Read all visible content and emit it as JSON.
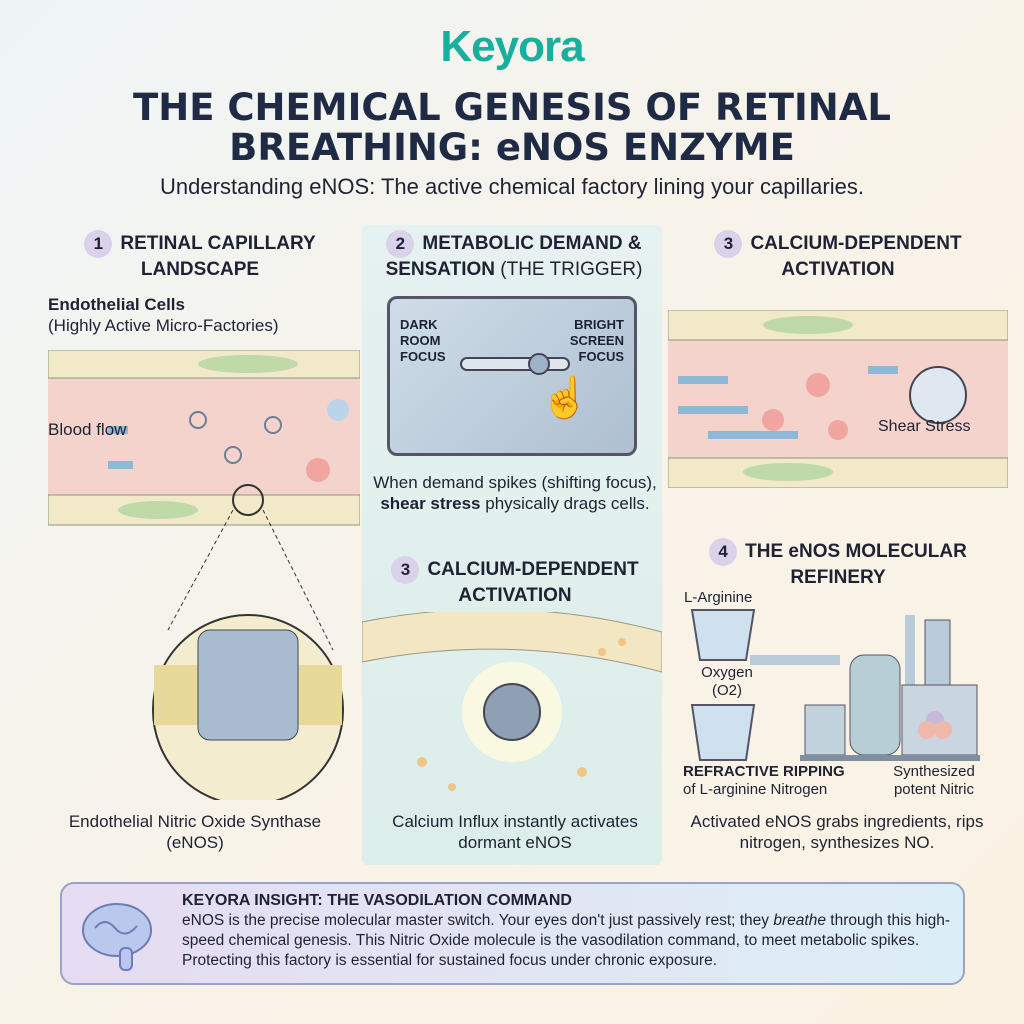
{
  "logo": "Keyora",
  "title_line1": "THE CHEMICAL GENESIS OF RETINAL",
  "title_line2": "BREATHING: eNOS ENZYME",
  "subtitle": "Understanding eNOS: The active chemical factory lining your capillaries.",
  "panel1": {
    "num": "1",
    "heading": "RETINAL CAPILLARY LANDSCAPE",
    "label_title": "Endothelial Cells",
    "label_sub": "(Highly Active Micro-Factories)",
    "blood_flow": "Blood flow",
    "caption": "Endothelial Nitric Oxide Synthase (eNOS)"
  },
  "panel2": {
    "num": "2",
    "heading": "METABOLIC DEMAND &",
    "heading2": "SENSATION",
    "heading_paren": "(THE TRIGGER)",
    "screen_left": "DARK ROOM FOCUS",
    "screen_right": "BRIGHT SCREEN FOCUS",
    "text_a": "When demand spikes (shifting focus),",
    "text_bold": "shear stress",
    "text_b": "physically drags cells."
  },
  "panel3": {
    "num": "3",
    "heading": "CALCIUM-DEPENDENT ACTIVATION",
    "shear_label": "Shear Stress"
  },
  "panel3b": {
    "num": "3",
    "heading": "CALCIUM-DEPENDENT ACTIVATION",
    "caption": "Calcium Influx instantly activates dormant eNOS"
  },
  "panel4": {
    "num": "4",
    "heading": "THE eNOS MOLECULAR REFINERY",
    "input1": "L-Arginine",
    "input2": "Oxygen (O2)",
    "label_left_bold": "REFRACTIVE RIPPING",
    "label_left": "of L-arginine Nitrogen",
    "label_right": "Synthesized potent Nitric",
    "caption": "Activated eNOS grabs ingredients, rips nitrogen, synthesizes NO."
  },
  "insight": {
    "title": "KEYORA INSIGHT: THE VASODILATION COMMAND",
    "text_a": "eNOS is the precise molecular master switch. Your eyes don't just passively rest; they",
    "text_italic": "breathe",
    "text_b": "through this high-speed chemical genesis. This Nitric Oxide molecule is the vasodilation command, to meet metabolic spikes. Protecting this factory is essential for sustained focus under chronic exposure."
  },
  "colors": {
    "brand": "#1aaf9c",
    "title": "#1f2a44",
    "badge": "#d9d2ea"
  }
}
